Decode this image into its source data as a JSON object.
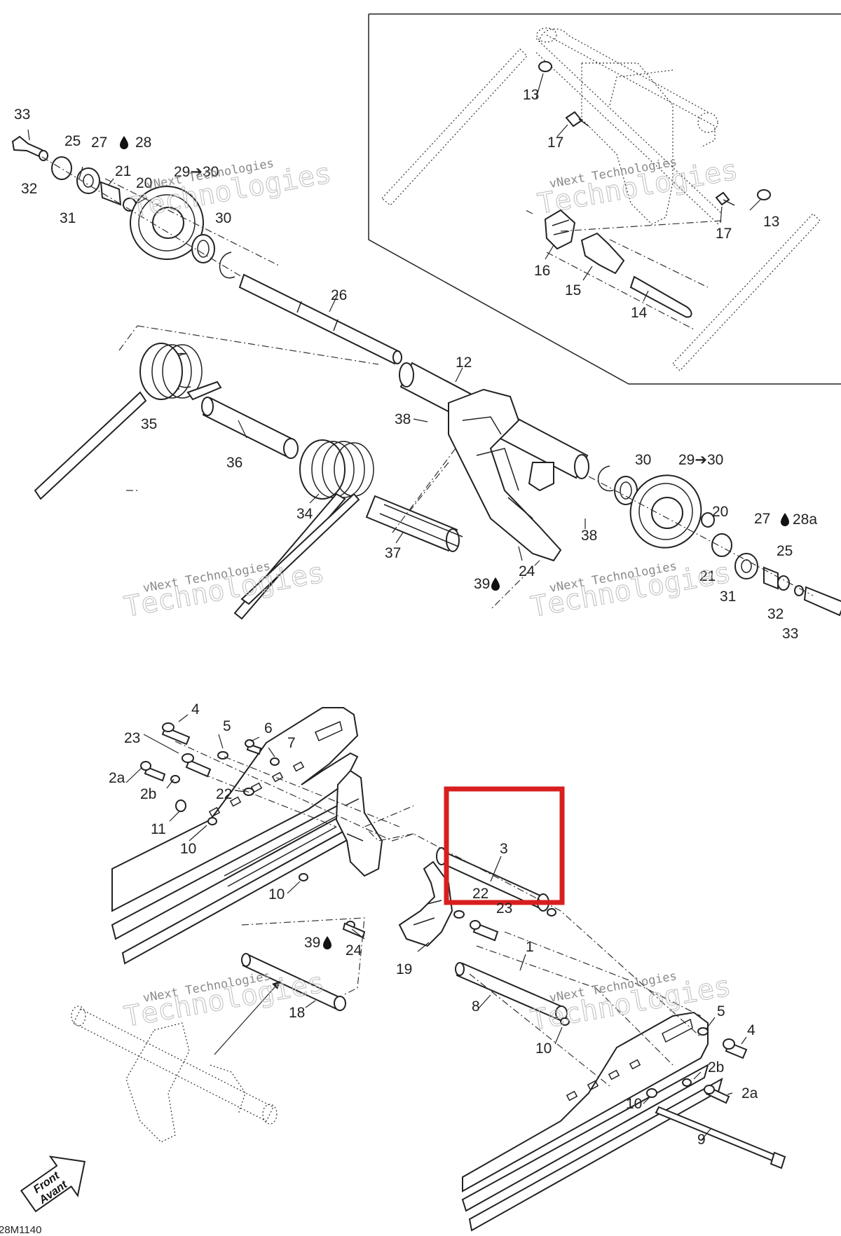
{
  "watermark": {
    "line1": "vNext Technologies",
    "line2": "vNext",
    "line3": "Technologies"
  },
  "drawing_code": "28M1140",
  "front_badge": {
    "line1": "Front",
    "line2": "Avant"
  },
  "highlight_color": "#d81e1e",
  "callouts": {
    "c33a": "33",
    "c32a": "32",
    "c25a": "25",
    "c27a": "27",
    "c28": "28",
    "c21a": "21",
    "c20a": "20",
    "c31a": "31",
    "c2930a": "29➔30",
    "c30a": "30",
    "c26": "26",
    "c35": "35",
    "c36": "36",
    "c34": "34",
    "c37": "37",
    "c12": "12",
    "c38a": "38",
    "c38b": "38",
    "c39a": "39",
    "c24a": "24",
    "c30b": "30",
    "c2930b": "29➔30",
    "c20b": "20",
    "c27b": "27",
    "c28a": "28a",
    "c25b": "25",
    "c21b": "21",
    "c31b": "31",
    "c32b": "32",
    "c33b": "33",
    "c13a": "13",
    "c17a": "17",
    "c17b": "17",
    "c13b": "13",
    "c16": "16",
    "c15": "15",
    "c14": "14",
    "c4a": "4",
    "c5a": "5",
    "c6": "6",
    "c7": "7",
    "c23a": "23",
    "c2aa": "2a",
    "c2ba": "2b",
    "c22a": "22",
    "c11": "11",
    "c10a": "10",
    "c10b": "10",
    "c3": "3",
    "c22b": "22",
    "c23b": "23",
    "c39b": "39",
    "c24b": "24",
    "c19": "19",
    "c1": "1",
    "c18": "18",
    "c8": "8",
    "c10c": "10",
    "c5b": "5",
    "c4b": "4",
    "c2bb": "2b",
    "c2ab": "2a",
    "c10d": "10",
    "c9": "9"
  }
}
